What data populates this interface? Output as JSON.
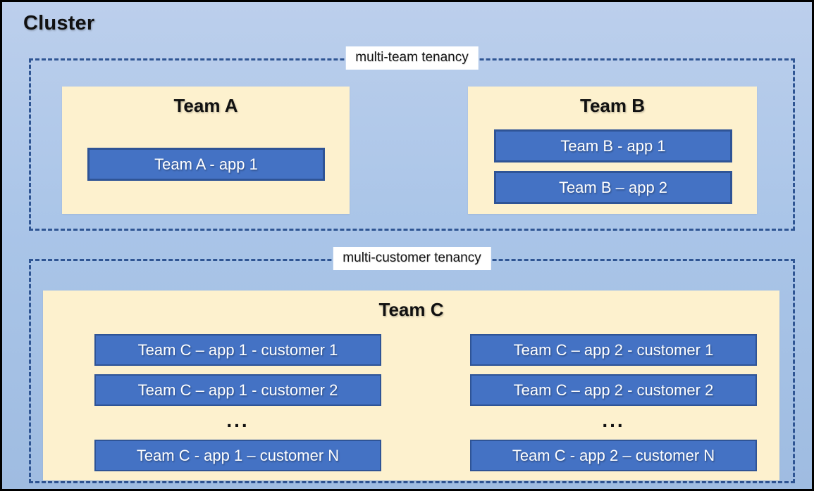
{
  "cluster": {
    "title": "Cluster"
  },
  "multi_team": {
    "label": "multi-team tenancy",
    "teams": [
      {
        "name": "Team A",
        "apps": [
          "Team A - app 1"
        ]
      },
      {
        "name": "Team B",
        "apps": [
          "Team B - app 1",
          "Team B – app 2"
        ]
      }
    ]
  },
  "multi_customer": {
    "label": "multi-customer tenancy",
    "team": {
      "name": "Team C",
      "columns": [
        {
          "apps": [
            "Team C – app 1 - customer 1",
            "Team C – app 1 - customer 2"
          ],
          "ellipsis": "...",
          "last_app": "Team C - app 1 – customer N"
        },
        {
          "apps": [
            "Team C – app 2 - customer 1",
            "Team C – app 2 - customer 2"
          ],
          "ellipsis": "...",
          "last_app": "Team C - app 2 – customer N"
        }
      ]
    }
  },
  "colors": {
    "canvas_top": "#bccfec",
    "canvas_bottom": "#9fbce1",
    "team_box_fill": "#fdf1ce",
    "app_fill": "#4472c4",
    "app_border": "#2f5496",
    "dashed_border": "#2f5593",
    "outer_border": "#000000",
    "label_bg": "#ffffff",
    "text_dark": "#111111",
    "text_light": "#ffffff"
  }
}
